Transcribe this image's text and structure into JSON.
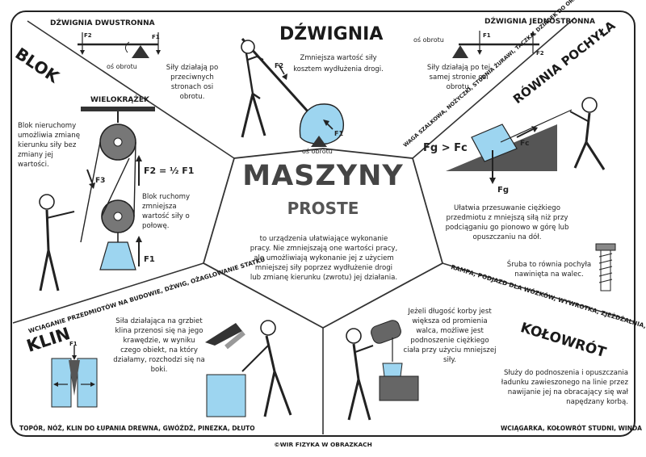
{
  "center": {
    "title_1": "MASZYNY",
    "title_2": "PROSTE",
    "description": "to urządzenia ułatwiające wykonanie pracy. Nie zmniejszają one wartości pracy, ale umożliwiają wykonanie jej z użyciem mniejszej siły poprzez wydłużenie drogi lub zmianę kierunku (zwrotu) jej działania."
  },
  "dzwignia": {
    "title": "DŹWIGNIA",
    "text": "Zmniejsza wartość siły kosztem wydłużenia drogi.",
    "label_axis": "oś obrotu",
    "label_f1": "F1",
    "label_f2": "F2"
  },
  "dwustronna": {
    "title": "DŹWIGNIA DWUSTRONNA",
    "text": "Siły działają po przeciwnych stronach osi obrotu.",
    "label_axis": "oś obrotu",
    "label_f1": "F1",
    "label_f2": "F2"
  },
  "jednostronna": {
    "title": "DŹWIGNIA JEDNOSTRONNA",
    "text": "Siły działają po tej samej stronie osi obrotu.",
    "label_axis": "oś obrotu",
    "label_f1": "F1",
    "label_f2": "F2",
    "examples": "WAGA SZALKOWA, NOŻYCZKI, STUDNIA ŻURAWI, TACZKA, DZIADEK DO ORZECHÓW, GILOTYNA DO PAPIERU"
  },
  "blok": {
    "title": "BLOK",
    "wielokrazek": "WIELOKRĄŻEK",
    "text_fixed": "Blok nieruchomy umożliwia zmianę kierunku siły bez zmiany jej wartości.",
    "text_moving": "Blok ruchomy zmniejsza wartość siły o połowę.",
    "formula": "F2 = ½ F1",
    "label_f1": "F1",
    "label_f3": "F3",
    "examples": "WCIĄGANIE PRZEDMIOTÓW NA BUDOWIE, DŹWIG, OŻAGLOWANIE STATKU"
  },
  "rownia": {
    "title": "RÓWNIA POCHYŁA",
    "inequality": "Fg > Fc",
    "label_fc": "Fc",
    "label_fg": "Fg",
    "text": "Ułatwia przesuwanie ciężkiego przedmiotu z mniejszą siłą niż przy podciąganiu go pionowo w górę lub opuszczaniu na dół.",
    "screw_text": "Śruba to równia pochyła nawinięta na walec.",
    "examples": "RAMPA, PODJAZD DLA WÓZKÓW, WYWROTKA, ZJEŻDŻALNIA, ŚRUBA, WIERTŁO"
  },
  "klin": {
    "title": "KLIN",
    "text": "Siła działająca na grzbiet klina przenosi się na jego krawędzie, w wyniku czego obiekt, na który działamy, rozchodzi się na boki.",
    "label_f1": "F1",
    "examples": "TOPÓR, NÓŻ, KLIN DO ŁUPANIA DREWNA, GWÓŹDŹ, PINEZKA, DŁUTO"
  },
  "kolowrot": {
    "title": "KOŁOWRÓT",
    "text_1": "Jeżeli długość korby jest większa od promienia walca, możliwe jest podnoszenie ciężkiego ciała przy użyciu mniejszej siły.",
    "text_2": "Służy do podnoszenia i opuszczania ładunku zawieszonego na linie przez nawijanie jej na obracający się wał napędzany korbą.",
    "examples": "WCIĄGARKA, KOŁOWRÓT STUDNI, WINDA"
  },
  "footer": "©WIR FIZYKA W OBRAZKACH"
}
